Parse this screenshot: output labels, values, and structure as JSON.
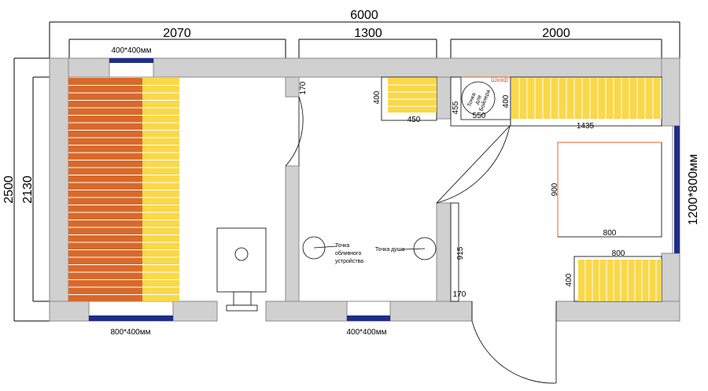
{
  "dimensions": {
    "total_width": "6000",
    "left_room_width": "2070",
    "middle_room_width": "1300",
    "right_room_width": "2000",
    "total_height": "2500",
    "inner_height": "2130"
  },
  "windows": {
    "top_left": "400*400мм",
    "bottom_left": "800*400мм",
    "bottom_middle": "400*400мм",
    "right": "1200*800мм"
  },
  "measurements": {
    "partition_top": "170",
    "bench_middle_height": "400",
    "bench_middle_width": "450",
    "closet_depth": "455",
    "closet_width": "550",
    "closet_height": "400",
    "bench_right_top_width": "1435",
    "bed_height": "900",
    "bed_width": "800",
    "bench_right_bottom_width": "800",
    "bench_right_bottom_height": "400",
    "partition_length": "915",
    "partition_bottom": "170"
  },
  "labels": {
    "closet": "Шкаф",
    "boiler_point": [
      "Точка",
      "для",
      "Бойлера"
    ],
    "washer_point": [
      "Точка",
      "обливного",
      "устройства"
    ],
    "shower_point": "Точка душа"
  },
  "colors": {
    "wall": "#d0d0d0",
    "slat_yellow": "#f9d84a",
    "slat_orange": "#d9692a",
    "window": "#1f2d8a",
    "accent_red": "#e0622a"
  }
}
